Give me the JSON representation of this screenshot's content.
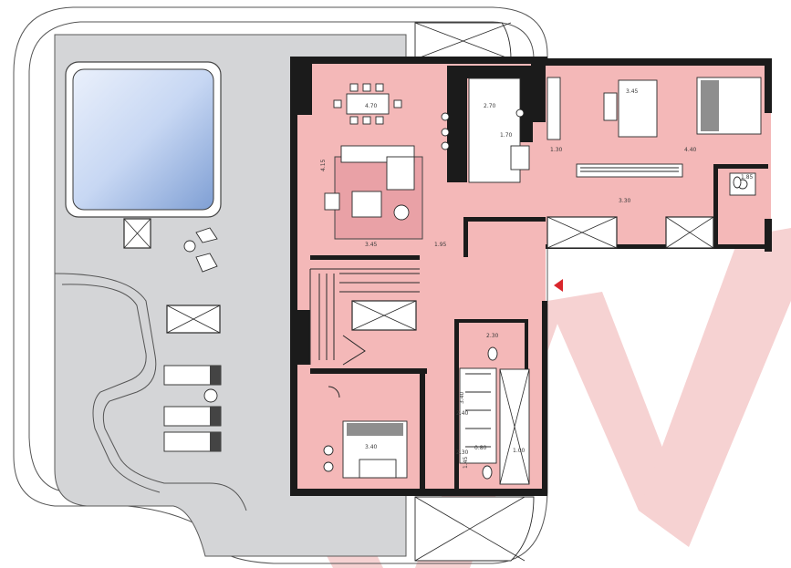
{
  "colors": {
    "interior": "#f4b8b8",
    "terrace": "#d4d5d7",
    "walls": "#1b1b1b",
    "pool_light": "#d7e4f6",
    "pool_dark": "#8aa7d8",
    "watermark": "#f3c3c3",
    "entry_marker": "#d9262c"
  },
  "dimensions": {
    "living_top": "4.70",
    "living_side": "4.15",
    "living_bottom": "3.45",
    "entry": "1.95",
    "kitchen": "2.70",
    "kitchen_side": "1.70",
    "bedroom_a_width": "3.45",
    "bedroom_a_side": "1.30",
    "bedroom_a_right": "4.40",
    "corridor": "3.30",
    "bath_small": "1.85",
    "bath_mid": "2.30",
    "wardrobe": "3.40",
    "wardrobe_b": "2.40",
    "bedroom_b_width": "3.40",
    "bath_b_a": "2.30",
    "bath_b_b": "0.80",
    "bath_b_c": "1.00",
    "bath_b_d": "1.45"
  }
}
